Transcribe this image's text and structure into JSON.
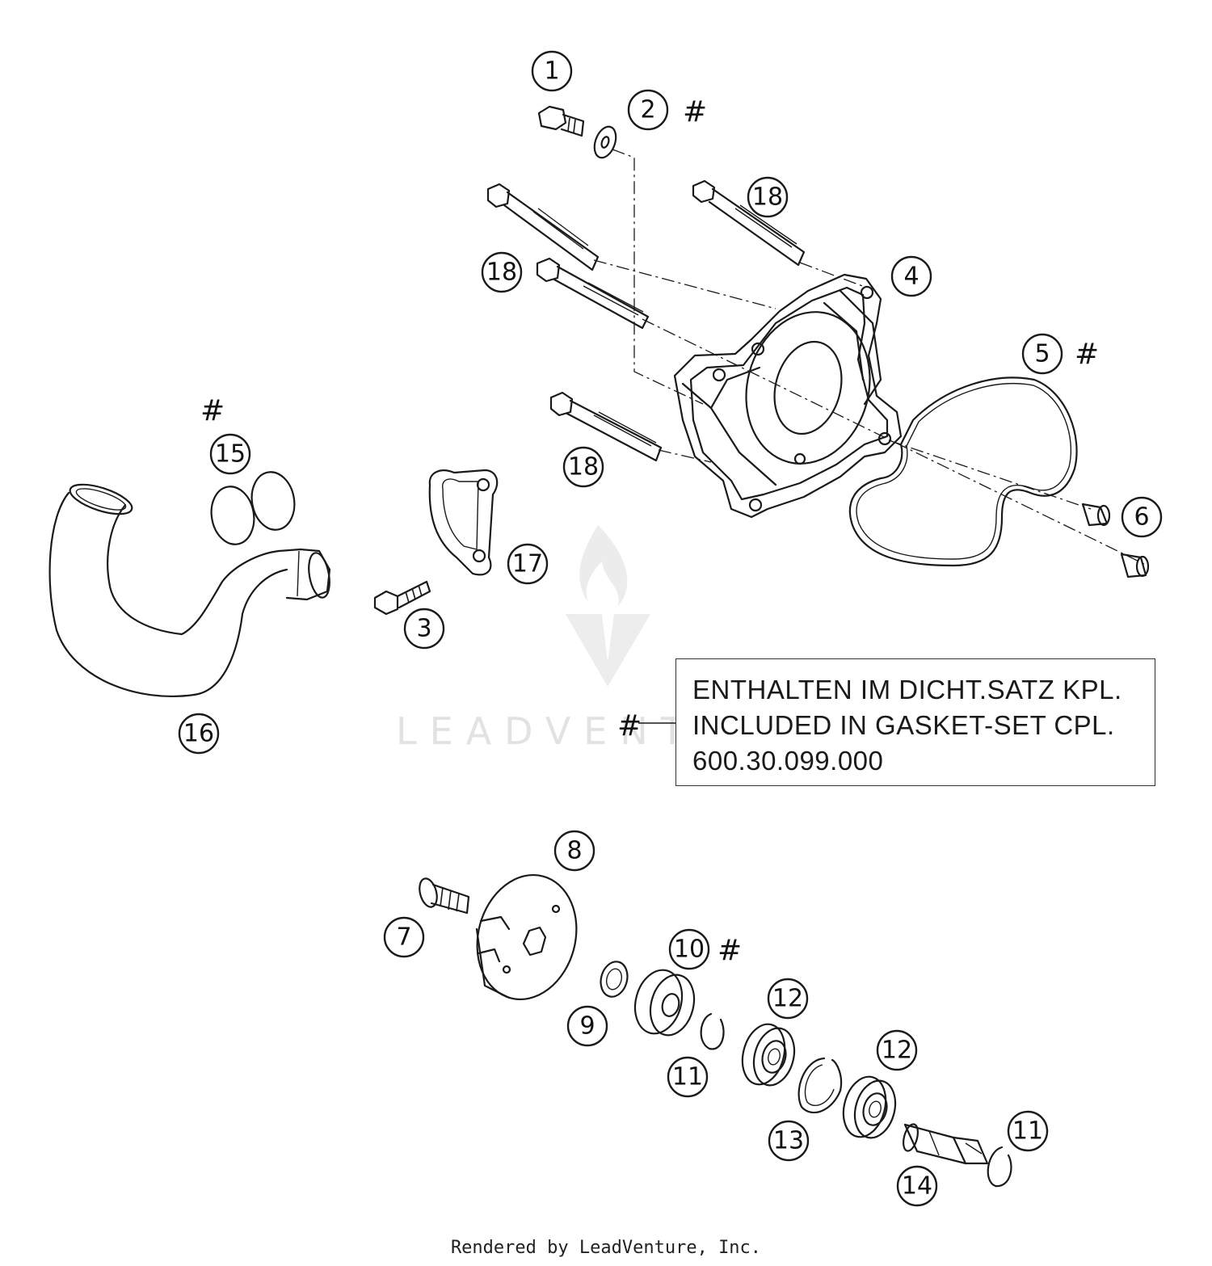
{
  "diagram": {
    "callouts": [
      {
        "label": "1"
      },
      {
        "label": "2"
      },
      {
        "label": "18"
      },
      {
        "label": "18"
      },
      {
        "label": "4"
      },
      {
        "label": "5"
      },
      {
        "label": "18"
      },
      {
        "label": "6"
      },
      {
        "label": "15"
      },
      {
        "label": "17"
      },
      {
        "label": "3"
      },
      {
        "label": "16"
      },
      {
        "label": "8"
      },
      {
        "label": "7"
      },
      {
        "label": "10"
      },
      {
        "label": "12"
      },
      {
        "label": "9"
      },
      {
        "label": "11"
      },
      {
        "label": "12"
      },
      {
        "label": "13"
      },
      {
        "label": "11"
      },
      {
        "label": "14"
      }
    ],
    "hash_mark": "#",
    "note": {
      "line1": "ENTHALTEN IM DICHT.SATZ KPL.",
      "line2": "INCLUDED IN GASKET-SET CPL.",
      "line3": "600.30.099.000"
    },
    "watermark": "LEADVENTURE",
    "footer": "Rendered by LeadVenture, Inc."
  }
}
